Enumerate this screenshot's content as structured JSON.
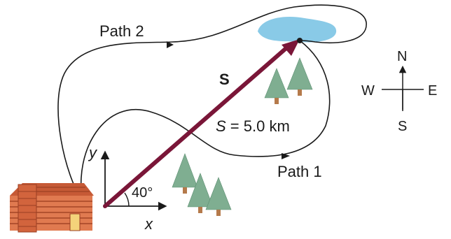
{
  "labels": {
    "path2": "Path 2",
    "path1": "Path 1",
    "vector_name": "S",
    "magnitude_symbol": "S",
    "magnitude_rest": " = 5.0 km",
    "angle": "40°",
    "axis_x": "x",
    "axis_y": "y"
  },
  "compass": {
    "north": "N",
    "south": "S",
    "east": "E",
    "west": "W"
  },
  "colors": {
    "vector": "#7a1638",
    "lake": "#7cc4e4",
    "tree": "#7fae91",
    "cabin": "#d96a46",
    "ink": "#1a1a1a"
  }
}
